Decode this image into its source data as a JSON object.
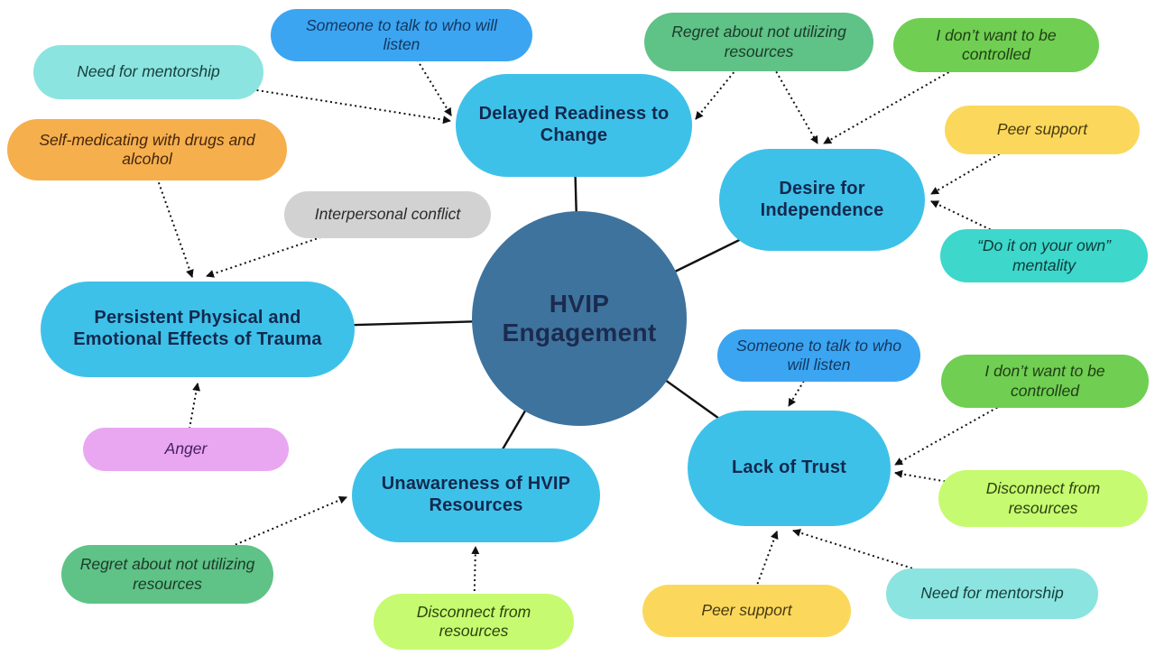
{
  "diagram": {
    "background_color": "#FFFFFF",
    "line_color": "#111111",
    "center": {
      "label": "HVIP Engagement",
      "color": "#3E739E",
      "text_color": "#1B2B4E"
    },
    "main_nodes": [
      {
        "id": "delayed",
        "label": "Delayed Readiness to Change",
        "color": "#3EC1E9",
        "text_color": "#13294E"
      },
      {
        "id": "desire",
        "label": "Desire for Independence",
        "color": "#3EC1E9",
        "text_color": "#13294E"
      },
      {
        "id": "persistent",
        "label": "Persistent Physical and Emotional Effects of Trauma",
        "color": "#3EC1E9",
        "text_color": "#13294E"
      },
      {
        "id": "unawareness",
        "label": "Unawareness of HVIP Resources",
        "color": "#3EC1E9",
        "text_color": "#13294E"
      },
      {
        "id": "lack",
        "label": "Lack of Trust",
        "color": "#3EC1E9",
        "text_color": "#13294E"
      }
    ],
    "sub_nodes": [
      {
        "id": "someone-top",
        "label": "Someone to talk to who will listen",
        "color": "#3BA5F2",
        "text_color": "#14375F"
      },
      {
        "id": "need-top",
        "label": "Need for mentorship",
        "color": "#8BE4DF",
        "text_color": "#173F3C"
      },
      {
        "id": "regret-top",
        "label": "Regret about not utilizing resources",
        "color": "#5FC287",
        "text_color": "#1C3A28"
      },
      {
        "id": "dontwant-top",
        "label": "I don’t want to be controlled",
        "color": "#70CE52",
        "text_color": "#204016"
      },
      {
        "id": "peer-top",
        "label": "Peer support",
        "color": "#FBD85C",
        "text_color": "#473A10"
      },
      {
        "id": "selfmed",
        "label": "Self-medicating with drugs and alcohol",
        "color": "#F5AF4D",
        "text_color": "#45260D"
      },
      {
        "id": "interpersonal",
        "label": "Interpersonal conflict",
        "color": "#D2D2D2",
        "text_color": "#2B2B2B"
      },
      {
        "id": "doit",
        "label": "“Do it on your own” mentality",
        "color": "#3DD7CB",
        "text_color": "#0F3C38"
      },
      {
        "id": "someone-right",
        "label": "Someone to talk to who will listen",
        "color": "#3BA5F2",
        "text_color": "#14375F"
      },
      {
        "id": "dontwant-right",
        "label": "I don’t want to be controlled",
        "color": "#70CE52",
        "text_color": "#204016"
      },
      {
        "id": "anger",
        "label": "Anger",
        "color": "#E9A7F2",
        "text_color": "#46205C"
      },
      {
        "id": "disconnect-right",
        "label": "Disconnect from resources",
        "color": "#C6FA70",
        "text_color": "#2C430E"
      },
      {
        "id": "regret-bottom",
        "label": "Regret about not utilizing resources",
        "color": "#5FC287",
        "text_color": "#1C3A28"
      },
      {
        "id": "disconnect-bottom",
        "label": "Disconnect from resources",
        "color": "#C6FA70",
        "text_color": "#2C430E"
      },
      {
        "id": "peer-bottom",
        "label": "Peer support",
        "color": "#FBD85C",
        "text_color": "#473A10"
      },
      {
        "id": "need-bottom",
        "label": "Need for mentorship",
        "color": "#8BE4DF",
        "text_color": "#173F3C"
      }
    ],
    "edges": [
      {
        "from": "HVIP Engagement",
        "to": "Delayed Readiness to Change",
        "type": "solid"
      },
      {
        "from": "HVIP Engagement",
        "to": "Desire for Independence",
        "type": "solid"
      },
      {
        "from": "HVIP Engagement",
        "to": "Persistent Physical and Emotional Effects of Trauma",
        "type": "solid"
      },
      {
        "from": "HVIP Engagement",
        "to": "Unawareness of HVIP Resources",
        "type": "solid"
      },
      {
        "from": "HVIP Engagement",
        "to": "Lack of Trust",
        "type": "solid"
      },
      {
        "from": "Need for mentorship (top)",
        "to": "Delayed Readiness to Change",
        "type": "dotted-arrow"
      },
      {
        "from": "Someone to talk to who will listen (top)",
        "to": "Delayed Readiness to Change",
        "type": "dotted-arrow"
      },
      {
        "from": "Regret about not utilizing resources (top)",
        "to": "Delayed Readiness to Change",
        "type": "dotted-arrow"
      },
      {
        "from": "Regret about not utilizing resources (top)",
        "to": "Desire for Independence",
        "type": "dotted-arrow"
      },
      {
        "from": "I don’t want to be controlled (top)",
        "to": "Desire for Independence",
        "type": "dotted-arrow"
      },
      {
        "from": "Peer support (top)",
        "to": "Desire for Independence",
        "type": "dotted-arrow"
      },
      {
        "from": "“Do it on your own” mentality",
        "to": "Desire for Independence",
        "type": "dotted-arrow"
      },
      {
        "from": "Self-medicating with drugs and alcohol",
        "to": "Persistent Physical and Emotional Effects of Trauma",
        "type": "dotted-arrow"
      },
      {
        "from": "Interpersonal conflict",
        "to": "Persistent Physical and Emotional Effects of Trauma",
        "type": "dotted-arrow"
      },
      {
        "from": "Anger",
        "to": "Persistent Physical and Emotional Effects of Trauma",
        "type": "dotted-arrow"
      },
      {
        "from": "Regret about not utilizing resources (bottom)",
        "to": "Unawareness of HVIP Resources",
        "type": "dotted-arrow"
      },
      {
        "from": "Disconnect from resources (bottom)",
        "to": "Unawareness of HVIP Resources",
        "type": "dotted-arrow"
      },
      {
        "from": "Someone to talk to who will listen (right)",
        "to": "Lack of Trust",
        "type": "dotted-arrow"
      },
      {
        "from": "I don’t want to be controlled (right)",
        "to": "Lack of Trust",
        "type": "dotted-arrow"
      },
      {
        "from": "Disconnect from resources (right)",
        "to": "Lack of Trust",
        "type": "dotted-arrow"
      },
      {
        "from": "Peer support (bottom)",
        "to": "Lack of Trust",
        "type": "dotted-arrow"
      },
      {
        "from": "Need for mentorship (bottom)",
        "to": "Lack of Trust",
        "type": "dotted-arrow"
      }
    ]
  }
}
